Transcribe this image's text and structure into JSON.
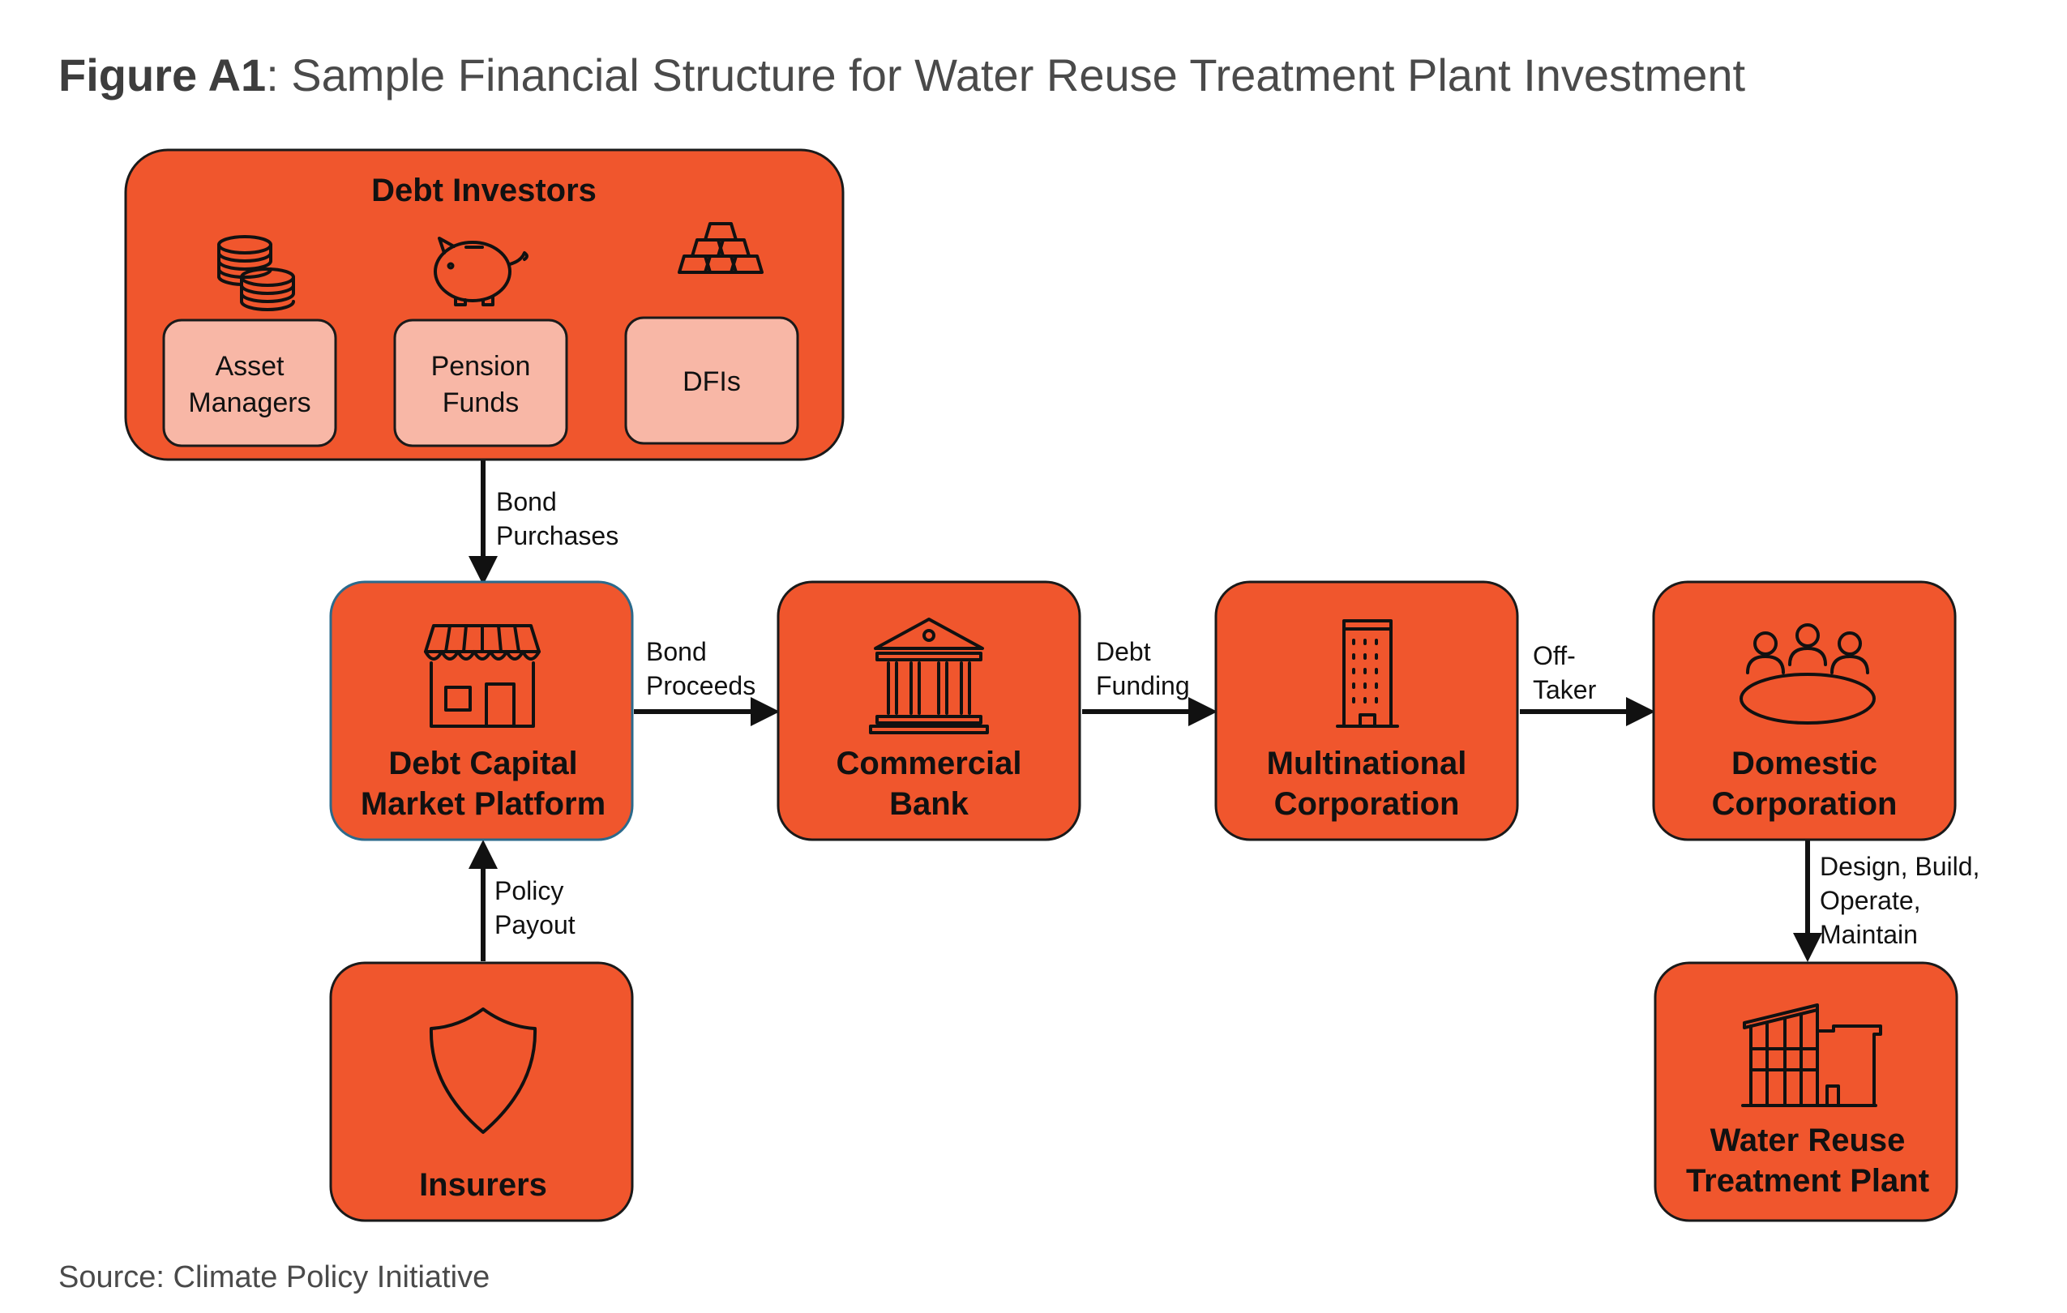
{
  "figure": {
    "label": "Figure A1",
    "title": ": Sample Financial Structure for Water Reuse Treatment Plant Investment",
    "source": "Source: Climate Policy Initiative"
  },
  "colors": {
    "node_fill": "#f0562d",
    "sub_fill": "#f8b7a6",
    "platform_border": "#2b6a8c"
  },
  "nodes": {
    "debt_investors": {
      "title": "Debt Investors",
      "subs": [
        {
          "lines": [
            "Asset",
            "Managers"
          ],
          "icon": "coins-icon"
        },
        {
          "lines": [
            "Pension",
            "Funds"
          ],
          "icon": "piggy-bank-icon"
        },
        {
          "lines": [
            "DFIs"
          ],
          "icon": "gold-bars-icon"
        }
      ]
    },
    "platform": {
      "lines": [
        "Debt Capital",
        "Market Platform"
      ],
      "icon": "storefront-icon"
    },
    "bank": {
      "lines": [
        "Commercial",
        "Bank"
      ],
      "icon": "bank-building-icon"
    },
    "multinational": {
      "lines": [
        "Multinational",
        "Corporation"
      ],
      "icon": "office-tower-icon"
    },
    "domestic": {
      "lines": [
        "Domestic",
        "Corporation"
      ],
      "icon": "meeting-table-icon"
    },
    "insurers": {
      "lines": [
        "Insurers"
      ],
      "icon": "shield-icon"
    },
    "plant": {
      "lines": [
        "Water Reuse",
        "Treatment Plant"
      ],
      "icon": "factory-icon"
    }
  },
  "edges": {
    "bond_purchases": [
      "Bond",
      "Purchases"
    ],
    "bond_proceeds": [
      "Bond",
      "Proceeds"
    ],
    "debt_funding": [
      "Debt",
      "Funding"
    ],
    "off_taker": [
      "Off-",
      "Taker"
    ],
    "policy_payout": [
      "Policy",
      "Payout"
    ],
    "dbom": [
      "Design, Build,",
      "Operate,",
      "Maintain"
    ]
  }
}
